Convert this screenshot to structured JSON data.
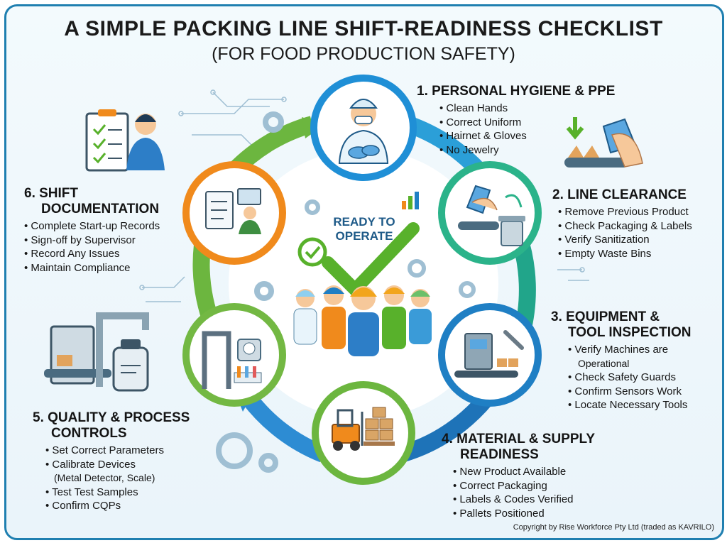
{
  "header": {
    "title": "A SIMPLE PACKING LINE SHIFT-READINESS CHECKLIST",
    "subtitle": "(FOR FOOD PRODUCTION SAFETY)"
  },
  "center": {
    "badge_line1": "READY TO",
    "badge_line2": "OPERATE"
  },
  "sections": [
    {
      "title_lines": [
        "1. PERSONAL HYGIENE & PPE"
      ],
      "items": [
        "Clean Hands",
        "Correct Uniform",
        "Hairnet & Gloves",
        "No Jewelry"
      ]
    },
    {
      "title_lines": [
        "2. LINE CLEARANCE"
      ],
      "items": [
        "Remove Previous Product",
        "Check Packaging & Labels",
        "Verify Sanitization",
        "Empty Waste Bins"
      ]
    },
    {
      "title_lines": [
        "3. EQUIPMENT &",
        "TOOL INSPECTION"
      ],
      "items": [
        "Verify Machines are",
        "Operational",
        "Check Safety Guards",
        "Confirm Sensors Work",
        "Locate Necessary Tools"
      ]
    },
    {
      "title_lines": [
        "4. MATERIAL & SUPPLY",
        "READINESS"
      ],
      "items": [
        "New Product Available",
        "Correct Packaging",
        "Labels & Codes Verified",
        "Pallets Positioned"
      ]
    },
    {
      "title_lines": [
        "5. QUALITY & PROCESS",
        "CONTROLS"
      ],
      "items": [
        "Set Correct Parameters",
        "Calibrate Devices",
        "(Metal Detector, Scale)",
        "Test Test Samples",
        "Confirm CQPs"
      ]
    },
    {
      "title_lines": [
        "6. SHIFT",
        "DOCUMENTATION"
      ],
      "items": [
        "Complete Start-up Records",
        "Sign-off by Supervisor",
        "Record Any Issues",
        "Maintain Compliance"
      ]
    }
  ],
  "footer": {
    "copyright": "Copyright by Rise Workforce Pty Ltd (traded as KAVRILO)"
  },
  "colors": {
    "hygiene": "#1f8fd6",
    "clearance": "#2bb38a",
    "equipment": "#1f7fc4",
    "material": "#6cb63f",
    "quality": "#73b843",
    "documentation": "#f08a1c",
    "check": "#58b12b"
  }
}
